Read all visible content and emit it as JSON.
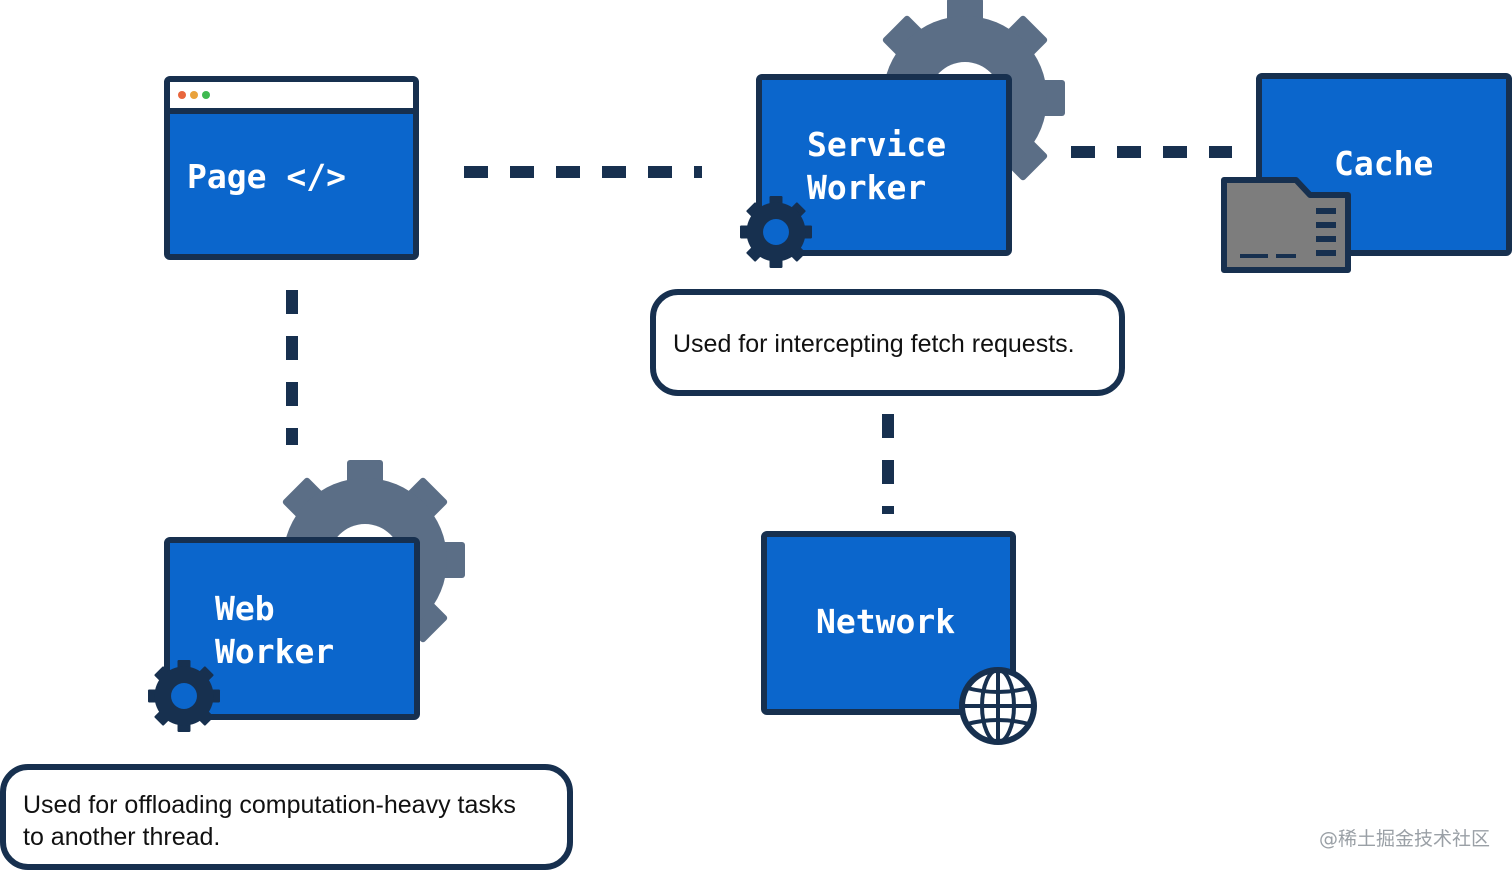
{
  "nodes": {
    "page": {
      "label": "Page </>"
    },
    "service_worker": {
      "line1": "Service",
      "line2": "Worker"
    },
    "cache": {
      "label": "Cache"
    },
    "web_worker": {
      "line1": "Web",
      "line2": "Worker"
    },
    "network": {
      "label": "Network"
    }
  },
  "callouts": {
    "service_worker": "Used for intercepting fetch requests.",
    "web_worker_line1": "Used for offloading computation-heavy tasks",
    "web_worker_line2": "to another thread."
  },
  "watermark": "@稀土掘金技术社区",
  "icons": {
    "service_worker_big_gear": "gear-icon",
    "service_worker_small_gear": "gear-icon",
    "web_worker_big_gear": "gear-icon",
    "web_worker_small_gear": "gear-icon",
    "cache_folder": "folder-icon",
    "network_globe": "globe-icon",
    "browser_dots": "window-dots-icon"
  },
  "colors": {
    "box_fill": "#0b66cc",
    "outline": "#17304f",
    "gear_gray": "#5b6e86",
    "folder_gray": "#7d7d7d",
    "connector": "#17304f"
  }
}
